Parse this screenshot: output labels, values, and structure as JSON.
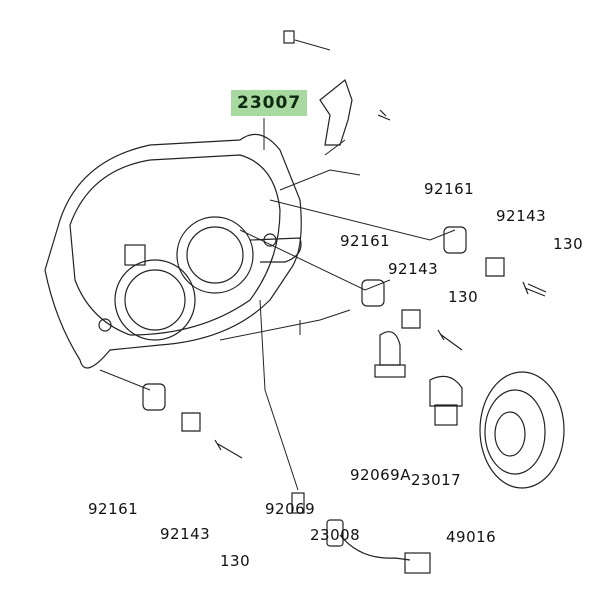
{
  "title": "Headlight parts diagram",
  "highlight_color": "#a8d9a0",
  "parts": [
    {
      "number": "23007",
      "highlighted": true
    },
    {
      "number": "92161"
    },
    {
      "number": "92143"
    },
    {
      "number": "130"
    },
    {
      "number": "92161"
    },
    {
      "number": "92143"
    },
    {
      "number": "130"
    },
    {
      "number": "92069A"
    },
    {
      "number": "23017"
    },
    {
      "number": "92161"
    },
    {
      "number": "92143"
    },
    {
      "number": "130"
    },
    {
      "number": "92069"
    },
    {
      "number": "23008"
    },
    {
      "number": "49016"
    }
  ]
}
